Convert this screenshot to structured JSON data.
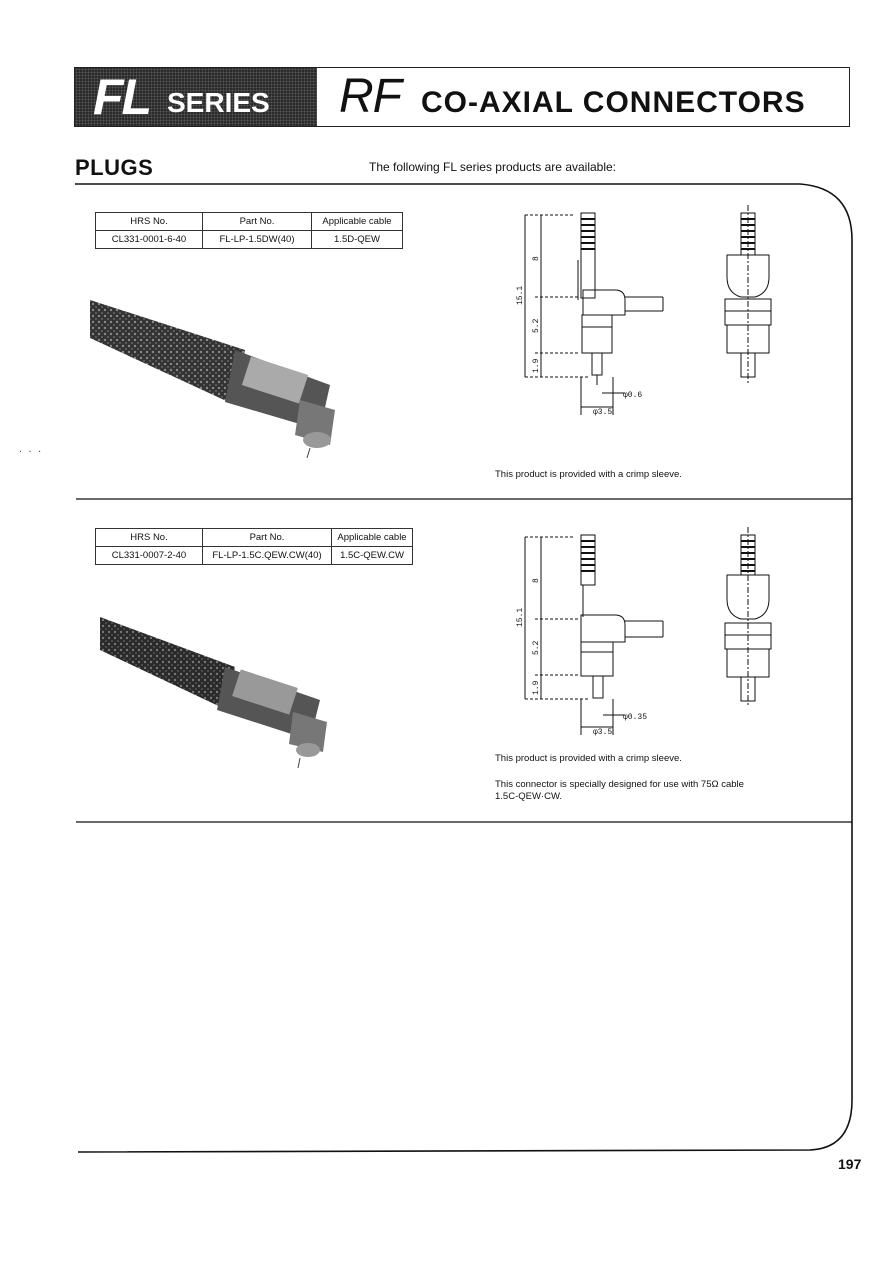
{
  "header": {
    "fl": "FL",
    "series": "SERIES",
    "rf": "RF",
    "title": "CO-AXIAL CONNECTORS"
  },
  "section_title": "PLUGS",
  "intro": "The following FL series products are available:",
  "products": [
    {
      "table": {
        "headers": [
          "HRS No.",
          "Part No.",
          "Applicable cable"
        ],
        "row": [
          "CL331-0001-6-40",
          "FL-LP-1.5DW(40)",
          "1.5D-QEW"
        ]
      },
      "dims": {
        "total": "15.1",
        "upper": "8",
        "mid": "5.2",
        "lower": "1.9",
        "pin": "φ0.6",
        "dia": "φ3.5"
      },
      "notes": [
        "This product is provided with a crimp sleeve."
      ]
    },
    {
      "table": {
        "headers": [
          "HRS No.",
          "Part No.",
          "Applicable cable"
        ],
        "row": [
          "CL331-0007-2-40",
          "FL-LP-1.5C.QEW.CW(40)",
          "1.5C-QEW.CW"
        ]
      },
      "dims": {
        "total": "15.1",
        "upper": "8",
        "mid": "5.2",
        "lower": "1.9",
        "pin": "φ0.35",
        "dia": "φ3.5"
      },
      "notes": [
        "This product is provided with a crimp sleeve.",
        "This connector is specially designed for use with 75Ω cable",
        "1.5C-QEW·CW."
      ]
    }
  ],
  "page_number": "197"
}
